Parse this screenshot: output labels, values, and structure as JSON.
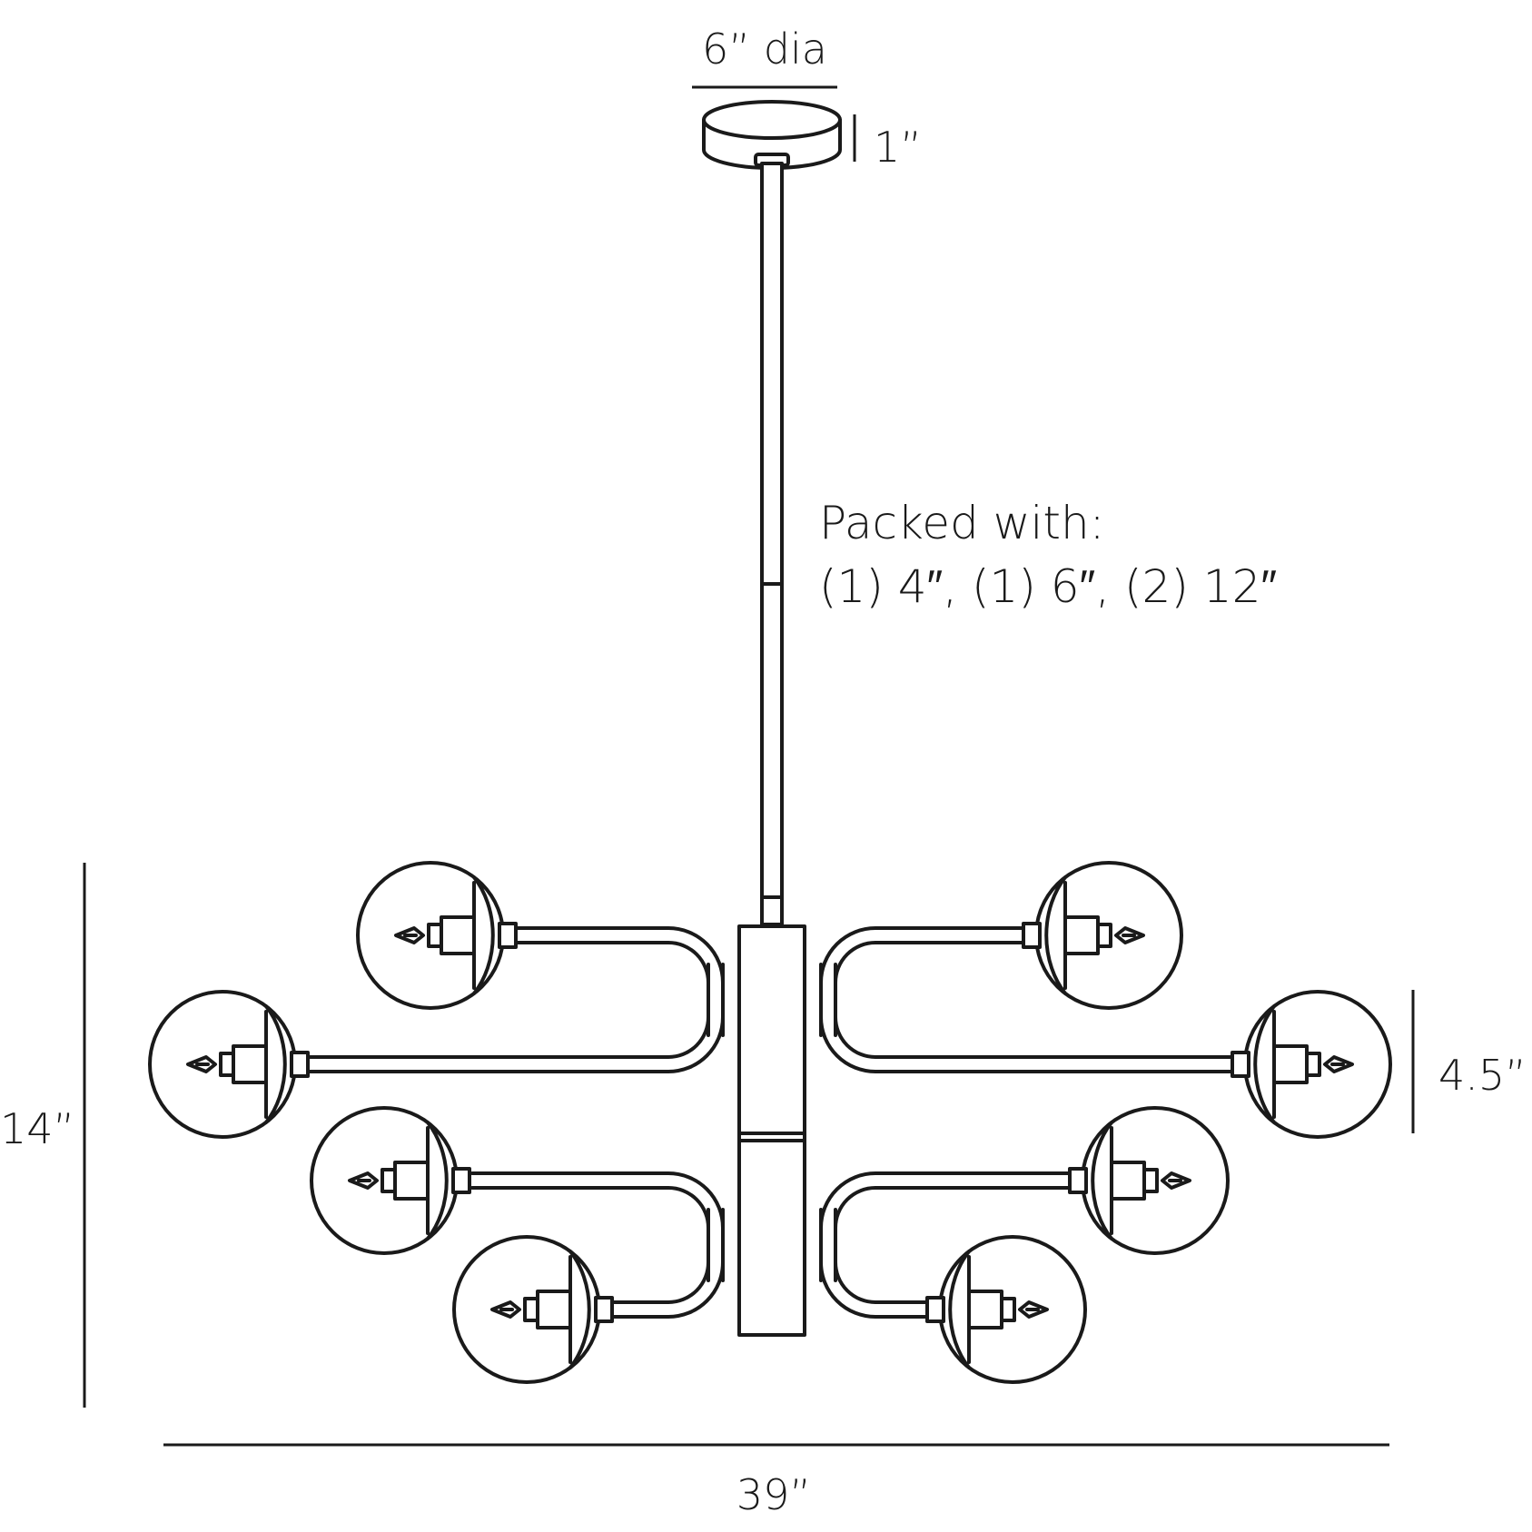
{
  "dimensions": {
    "canopy_diameter": "6” dia",
    "canopy_height": "1”",
    "overall_height": "14”",
    "overall_width": "39”",
    "globe_diameter": "4.5”"
  },
  "notes": {
    "packed_with_title": "Packed with:",
    "packed_with_items": "(1) 4″, (1) 6″, (2) 12″"
  },
  "colors": {
    "line": "#1a1a1a",
    "background": "#ffffff"
  }
}
